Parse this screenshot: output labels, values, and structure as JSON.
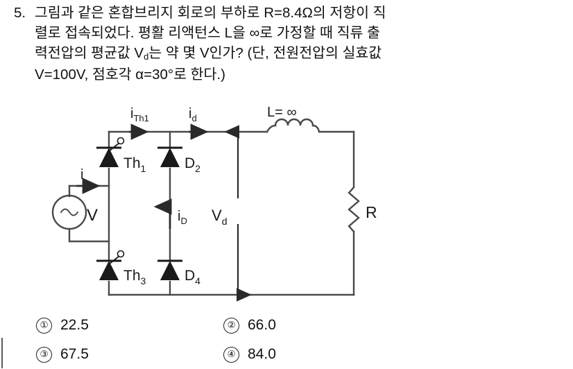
{
  "question": {
    "number": "5.",
    "lines": [
      "그림과 같은 혼합브리지 회로의 부하로 R=8.4Ω의 저항이 직",
      "렬로 접속되었다. 평활 리액턴스 L을 ∞로 가정할 때 직류 출",
      "력전압의 평균값 V",
      "V=100V, 점호각 α=30°로 한다.)"
    ],
    "line3_sub": "d",
    "line3_tail": "는 약 몇 V인가? (단, 전원전압의 실효값",
    "resistance": "R=8.4Ω",
    "source_voltage": "V=100V",
    "firing_angle": "α=30°"
  },
  "circuit": {
    "labels": {
      "i_th1": "i",
      "i_th1_sub": "Th1",
      "i_d": "i",
      "i_d_sub": "d",
      "inductor": "L= ∞",
      "thyristor1": "Th",
      "thyristor1_sub": "1",
      "diode2": "D",
      "diode2_sub": "2",
      "thyristor3": "Th",
      "thyristor3_sub": "3",
      "diode4": "D",
      "diode4_sub": "4",
      "source": "V",
      "source_current": "i",
      "i_branch": "i",
      "i_branch_sub": "D",
      "v_d": "V",
      "v_d_sub": "d",
      "resistor": "R"
    },
    "colors": {
      "wire": "#4a4a4a",
      "ink": "#1a1a1a"
    }
  },
  "answers": [
    {
      "marker": "①",
      "text": "22.5"
    },
    {
      "marker": "②",
      "text": "66.0"
    },
    {
      "marker": "③",
      "text": "67.5"
    },
    {
      "marker": "④",
      "text": "84.0"
    }
  ]
}
